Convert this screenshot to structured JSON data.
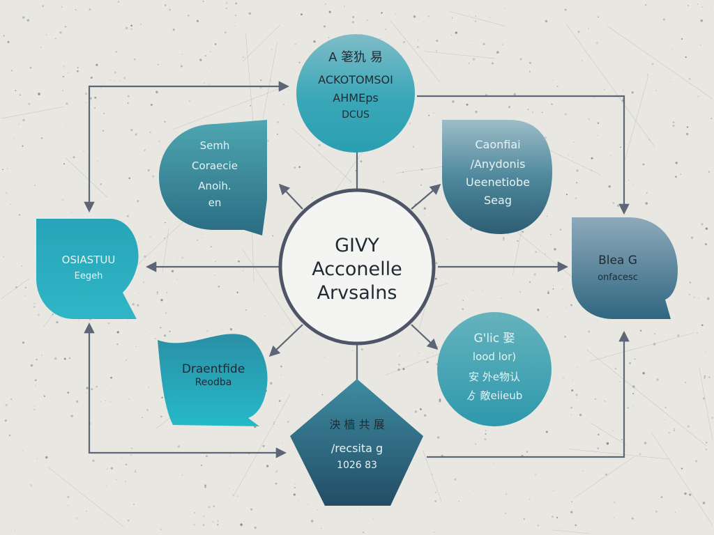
{
  "diagram": {
    "palette": {
      "background": "#e9e7e1",
      "connector": "#5d6677",
      "center_fill": "#f4f5f3",
      "center_stroke": "#4e5566",
      "teal_bright": "#2bb3c4",
      "teal_mid": "#3e98aa",
      "slate_dark": "#2c5a70"
    },
    "center": {
      "lines": [
        "GIVY",
        "Acconelle",
        "Arvsalns"
      ]
    },
    "nodes": [
      {
        "id": "top",
        "shape": "circle",
        "lines": [
          "A 䇭犰 易",
          "ACKOTOMSOI",
          "AHMEps",
          "DCUS"
        ]
      },
      {
        "id": "upper-left",
        "shape": "speech-bubble",
        "lines": [
          "Semh",
          "Coraecie",
          "Anoih.",
          "en"
        ]
      },
      {
        "id": "upper-right",
        "shape": "rounded-tile",
        "lines": [
          "Caonfiai",
          "/Anydonis",
          "Ueenetiobe",
          "Seag"
        ]
      },
      {
        "id": "left",
        "shape": "leaf",
        "lines": [
          "OSIASTUU",
          "Eegeh"
        ]
      },
      {
        "id": "right",
        "shape": "speech-bubble",
        "lines": [
          "Blea G",
          "onfacesc"
        ]
      },
      {
        "id": "lower-left",
        "shape": "wave",
        "lines": [
          "Draentfide",
          "Reodba"
        ]
      },
      {
        "id": "lower-right",
        "shape": "circle",
        "lines": [
          "G'lic 娶",
          "lood lor)",
          "安 外e物认",
          "ゟ 敵eiieub"
        ]
      },
      {
        "id": "bottom",
        "shape": "pentagon",
        "lines": [
          "泱 樯 共 展",
          "/recsita g",
          "1026 83"
        ]
      }
    ]
  }
}
